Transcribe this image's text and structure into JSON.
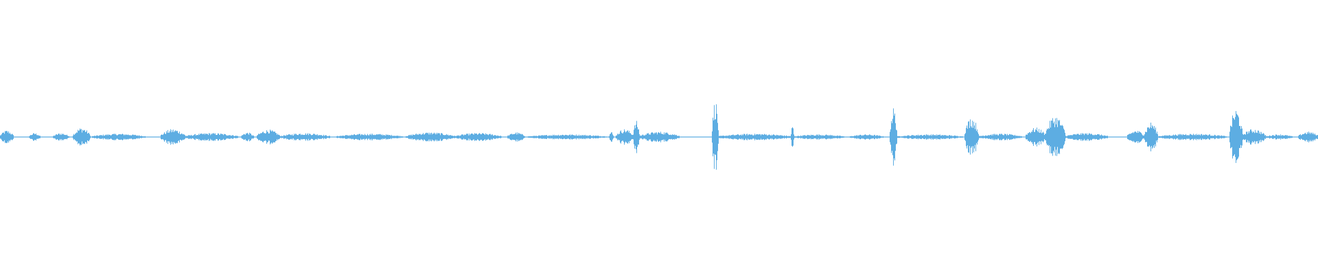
{
  "waveform": {
    "color": "#5dade2",
    "background": "#ffffff",
    "duration_fraction_segments": [
      {
        "start": 0.0,
        "end": 0.01,
        "amp": 0.05
      },
      {
        "start": 0.022,
        "end": 0.03,
        "amp": 0.03
      },
      {
        "start": 0.04,
        "end": 0.052,
        "amp": 0.03
      },
      {
        "start": 0.055,
        "end": 0.068,
        "amp": 0.07
      },
      {
        "start": 0.07,
        "end": 0.11,
        "amp": 0.025
      },
      {
        "start": 0.122,
        "end": 0.14,
        "amp": 0.06
      },
      {
        "start": 0.14,
        "end": 0.18,
        "amp": 0.03
      },
      {
        "start": 0.183,
        "end": 0.192,
        "amp": 0.035
      },
      {
        "start": 0.195,
        "end": 0.212,
        "amp": 0.055
      },
      {
        "start": 0.212,
        "end": 0.25,
        "amp": 0.03
      },
      {
        "start": 0.255,
        "end": 0.305,
        "amp": 0.025
      },
      {
        "start": 0.308,
        "end": 0.345,
        "amp": 0.035
      },
      {
        "start": 0.345,
        "end": 0.38,
        "amp": 0.03
      },
      {
        "start": 0.385,
        "end": 0.398,
        "amp": 0.035
      },
      {
        "start": 0.4,
        "end": 0.46,
        "amp": 0.02
      },
      {
        "start": 0.462,
        "end": 0.465,
        "amp": 0.04
      },
      {
        "start": 0.467,
        "end": 0.48,
        "amp": 0.06
      },
      {
        "start": 0.48,
        "end": 0.485,
        "amp": 0.12
      },
      {
        "start": 0.485,
        "end": 0.515,
        "amp": 0.04
      },
      {
        "start": 0.54,
        "end": 0.545,
        "amp": 0.28
      },
      {
        "start": 0.545,
        "end": 0.6,
        "amp": 0.025
      },
      {
        "start": 0.6,
        "end": 0.602,
        "amp": 0.09
      },
      {
        "start": 0.602,
        "end": 0.64,
        "amp": 0.02
      },
      {
        "start": 0.645,
        "end": 0.67,
        "amp": 0.02
      },
      {
        "start": 0.675,
        "end": 0.68,
        "amp": 0.22
      },
      {
        "start": 0.68,
        "end": 0.73,
        "amp": 0.02
      },
      {
        "start": 0.732,
        "end": 0.742,
        "amp": 0.15
      },
      {
        "start": 0.742,
        "end": 0.775,
        "amp": 0.025
      },
      {
        "start": 0.778,
        "end": 0.793,
        "amp": 0.07
      },
      {
        "start": 0.793,
        "end": 0.808,
        "amp": 0.16
      },
      {
        "start": 0.808,
        "end": 0.84,
        "amp": 0.03
      },
      {
        "start": 0.855,
        "end": 0.868,
        "amp": 0.05
      },
      {
        "start": 0.868,
        "end": 0.878,
        "amp": 0.11
      },
      {
        "start": 0.878,
        "end": 0.93,
        "amp": 0.025
      },
      {
        "start": 0.933,
        "end": 0.942,
        "amp": 0.21
      },
      {
        "start": 0.942,
        "end": 0.96,
        "amp": 0.06
      },
      {
        "start": 0.96,
        "end": 0.98,
        "amp": 0.02
      },
      {
        "start": 0.985,
        "end": 1.0,
        "amp": 0.04
      }
    ]
  }
}
